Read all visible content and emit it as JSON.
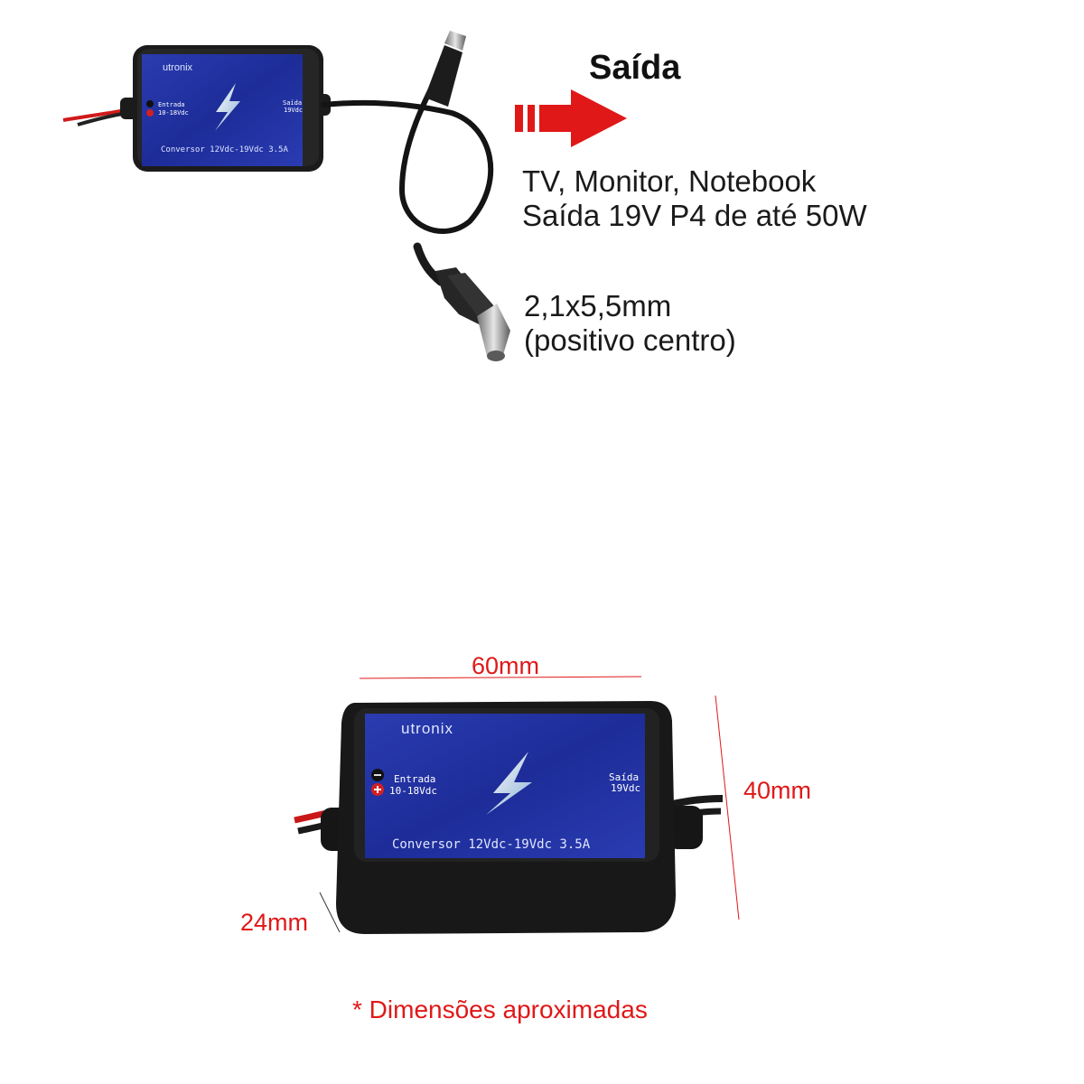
{
  "output_heading": "Saída",
  "compatibility": {
    "line1": "TV, Monitor, Notebook",
    "line2": "Saída 19V P4 de até 50W"
  },
  "plug": {
    "line1": "2,1x5,5mm",
    "line2": "(positivo centro)"
  },
  "device_label": {
    "brand": "utronix",
    "input_label": "Entrada",
    "input_range": "10-18Vdc",
    "output_label": "Saída",
    "output_voltage": "19Vdc",
    "model": "Conversor 12Vdc-19Vdc 3.5A",
    "minus_sign": "−",
    "plus_sign": "+"
  },
  "dimensions": {
    "width": "60mm",
    "height": "40mm",
    "depth": "24mm"
  },
  "footnote": "* Dimensões aproximadas",
  "colors": {
    "accent_red": "#e01818",
    "label_blue": "#1f2f9c",
    "case_black": "#1b1b1b"
  },
  "icons": [
    "lightning-bolt-icon",
    "right-arrow-icon"
  ]
}
